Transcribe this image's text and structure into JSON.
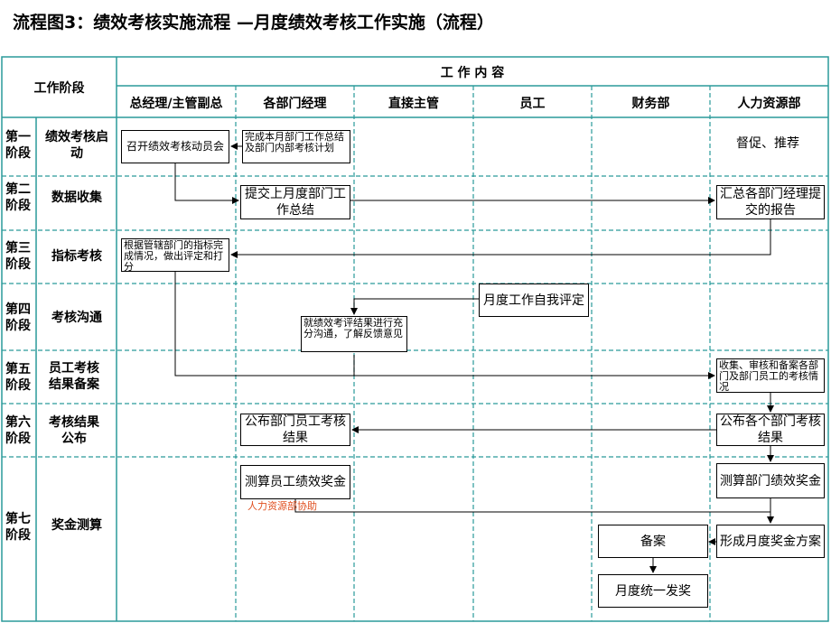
{
  "title": "流程图3：绩效考核实施流程 —月度绩效考核工作实施（流程）",
  "header": {
    "stage_col": "工作阶段",
    "content": "工 作 内 容",
    "columns": [
      "总经理/主管副总",
      "各部门经理",
      "直接主管",
      "员工",
      "财务部",
      "人力资源部"
    ]
  },
  "stages": [
    {
      "num": "第一阶段",
      "name": "绩效考核启动"
    },
    {
      "num": "第二阶段",
      "name": "数据收集"
    },
    {
      "num": "第三阶段",
      "name": "指标考核"
    },
    {
      "num": "第四阶段",
      "name": "考核沟通"
    },
    {
      "num": "第五阶段",
      "name": "员工考核结果备案"
    },
    {
      "num": "第六阶段",
      "name": "考核结果公布"
    },
    {
      "num": "第七阶段",
      "name": "奖金测算"
    }
  ],
  "boxes": {
    "s1_gm": "召开绩效考核动员会",
    "s1_mgr": "完成本月部门工作总结及部门内部考核计划",
    "s1_hr": "督促、推荐",
    "s2_mgr": "提交上月度部门工作总结",
    "s2_hr": "汇总各部门经理提交的报告",
    "s3_gm": "根据管辖部门的指标完成情况，做出评定和打分",
    "s4_emp": "月度工作自我评定",
    "s4_sup": "就绩效考评结果进行充分沟通，了解反馈意见",
    "s5_hr": "收集、审核和备案各部门及部门员工的考核情况",
    "s6_mgr": "公布部门员工考核结果",
    "s6_hr": "公布各个部门考核结果",
    "s7_mgr": "测算员工绩效奖金",
    "s7_mgr_note": "人力资源部协助",
    "s7_hr1": "测算部门绩效奖金",
    "s7_hr2": "形成月度奖金方案",
    "s7_fin1": "备案",
    "s7_fin2": "月度统一发奖"
  },
  "colors": {
    "grid_teal": "#2a9a9a",
    "arrow": "#000000",
    "note": "#e05020"
  }
}
